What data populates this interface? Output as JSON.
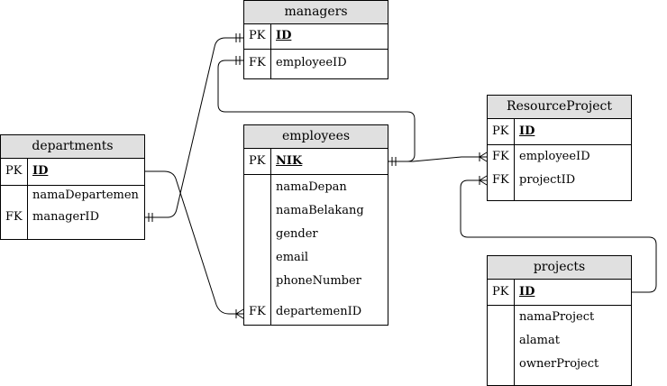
{
  "entities": {
    "managers": {
      "name": "managers",
      "rows": [
        {
          "key": "PK",
          "field": "ID"
        },
        {
          "key": "FK",
          "field": "employeeID"
        }
      ]
    },
    "departments": {
      "name": "departments",
      "pk": {
        "key": "PK",
        "field": "ID"
      },
      "fields": [
        "namaDepartemen",
        "managerID"
      ],
      "fk_key": "FK"
    },
    "employees": {
      "name": "employees",
      "pk": {
        "key": "PK",
        "field": "NIK"
      },
      "fields": [
        "namaDepan",
        "namaBelakang",
        "gender",
        "email",
        "phoneNumber"
      ],
      "fk": {
        "key": "FK",
        "field": "departemenID"
      }
    },
    "resourceproject": {
      "name": "ResourceProject",
      "pk": {
        "key": "PK",
        "field": "ID"
      },
      "fks": [
        {
          "key": "FK",
          "field": "employeeID"
        },
        {
          "key": "FK",
          "field": "projectID"
        }
      ]
    },
    "projects": {
      "name": "projects",
      "pk": {
        "key": "PK",
        "field": "ID"
      },
      "fields": [
        "namaProject",
        "alamat",
        "ownerProject"
      ]
    }
  },
  "relationships": [
    {
      "from": "departments.managerID",
      "to": "managers.ID",
      "from_end": "one",
      "to_end": "one"
    },
    {
      "from": "managers.employeeID",
      "to": "employees.NIK",
      "from_end": "one",
      "to_end": "one"
    },
    {
      "from": "departments.ID",
      "to": "employees.departemenID",
      "from_end": "one",
      "to_end": "many"
    },
    {
      "from": "employees.NIK",
      "to": "ResourceProject.employeeID",
      "from_end": "one",
      "to_end": "many"
    },
    {
      "from": "projects.ID",
      "to": "ResourceProject.projectID",
      "from_end": "one",
      "to_end": "many"
    }
  ]
}
